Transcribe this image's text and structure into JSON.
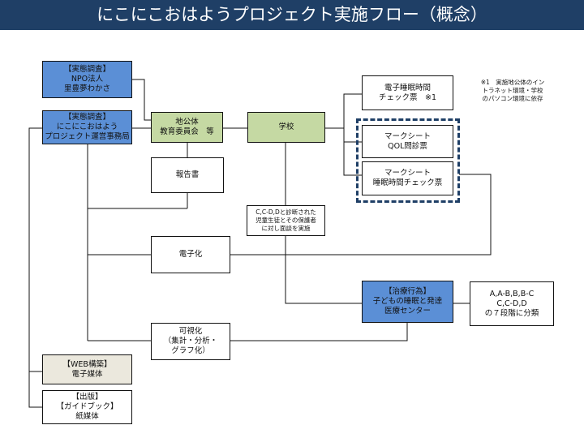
{
  "header": {
    "title": "にこにこおはようプロジェクト実施フロー（概念）"
  },
  "nodes": {
    "npo": [
      "【実態調査】",
      "NPO法人",
      "里豊夢わかさ"
    ],
    "office": [
      "【実態調査】",
      "にこにこおはよう",
      "プロジェクト運営事務局"
    ],
    "board": [
      "地公体",
      "教育委員会　等"
    ],
    "school": [
      "学校"
    ],
    "report": [
      "報告書"
    ],
    "sleep_check": [
      "電子睡眠時間",
      "チェック票　※1"
    ],
    "qol": [
      "マークシート",
      "QOL問診票"
    ],
    "sleep_mark": [
      "マークシート",
      "睡眠時間チェック票"
    ],
    "interview": [
      "C,C-D,Dと診断された",
      "児童生徒とその保護者",
      "に対し面談を実施"
    ],
    "digitize": [
      "電子化"
    ],
    "treatment": [
      "【治療行為】",
      "子どもの睡眠と発達",
      "医療センター"
    ],
    "classification": [
      "A,A-B,B,B-C",
      "C,C-D,D",
      "の７段階に分類"
    ],
    "visualize": [
      "可視化",
      "（集計・分析・",
      "グラフ化）"
    ],
    "web": [
      "【WEB構築】",
      "電子媒体"
    ],
    "publish": [
      "【出版】",
      "【ガイドブック】",
      "紙媒体"
    ]
  },
  "note": [
    "※1　実施地公体のイン",
    "トラネット環境・学校",
    "のパソコン環境に依存"
  ]
}
